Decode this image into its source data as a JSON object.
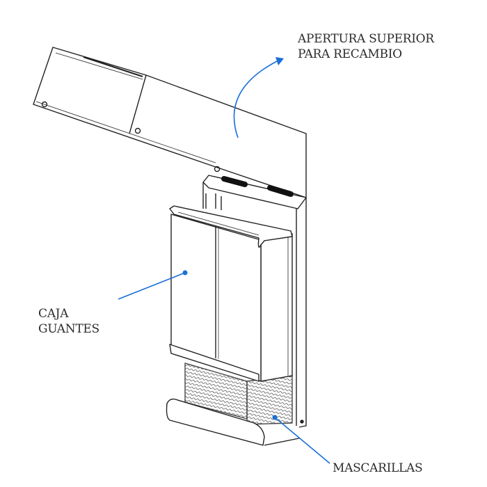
{
  "labels": {
    "top_opening": [
      "APERTURA SUPERIOR",
      "PARA RECAMBIO"
    ],
    "glove_box": [
      "CAJA",
      "GUANTES"
    ],
    "masks": "MASCARILLAS"
  },
  "colors": {
    "line": "#222222",
    "callout": "#1a6fd6",
    "text": "#2b2b2b"
  }
}
